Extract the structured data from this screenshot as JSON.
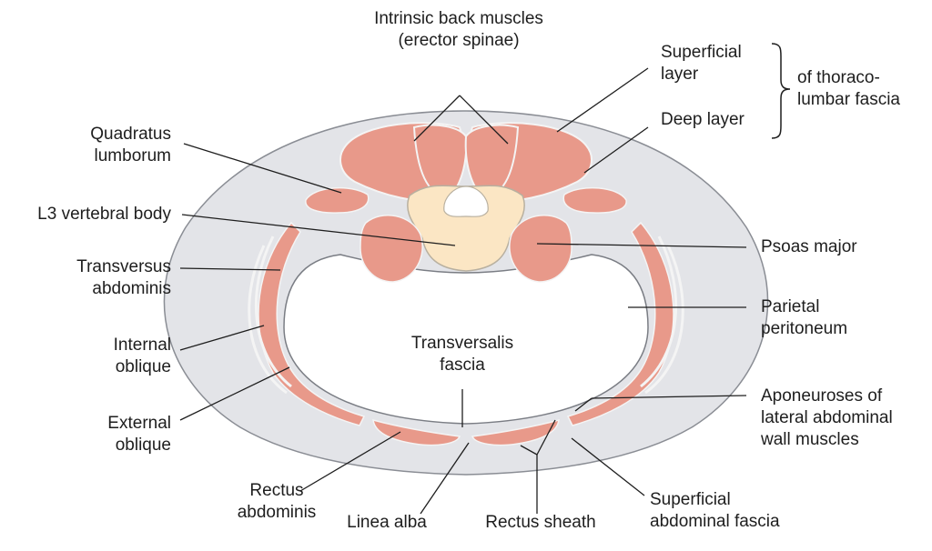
{
  "labels": {
    "intrinsic_back_muscles": {
      "line1": "Intrinsic back muscles",
      "line2": "(erector spinae)"
    },
    "superficial_layer": {
      "line1": "Superficial",
      "line2": "layer"
    },
    "deep_layer": {
      "line1": "Deep layer"
    },
    "thoracolumbar_fascia": {
      "line1": "of thoraco-",
      "line2": "lumbar fascia"
    },
    "quadratus_lumborum": {
      "line1": "Quadratus",
      "line2": "lumborum"
    },
    "l3_vertebral_body": {
      "line1": "L3 vertebral body"
    },
    "psoas_major": {
      "line1": "Psoas major"
    },
    "transversus_abdominis": {
      "line1": "Transversus",
      "line2": "abdominis"
    },
    "parietal_peritoneum": {
      "line1": "Parietal",
      "line2": "peritoneum"
    },
    "internal_oblique": {
      "line1": "Internal",
      "line2": "oblique"
    },
    "transversalis_fascia": {
      "line1": "Transversalis",
      "line2": "fascia"
    },
    "external_oblique": {
      "line1": "External",
      "line2": "oblique"
    },
    "aponeuroses": {
      "line1": "Aponeuroses of",
      "line2": "lateral abdominal",
      "line3": "wall muscles"
    },
    "rectus_abdominis": {
      "line1": "Rectus",
      "line2": "abdominis"
    },
    "linea_alba": {
      "line1": "Linea alba"
    },
    "rectus_sheath": {
      "line1": "Rectus sheath"
    },
    "superficial_abdominal_fascia": {
      "line1": "Superficial",
      "line2": "abdominal fascia"
    }
  },
  "colors": {
    "muscle": "#e8998a",
    "muscle_stroke": "#c97a6c",
    "fascia": "#e3e4e8",
    "fascia_stroke": "#8a8d94",
    "bone": "#fbe6c4",
    "leader": "#1e1e1e"
  }
}
